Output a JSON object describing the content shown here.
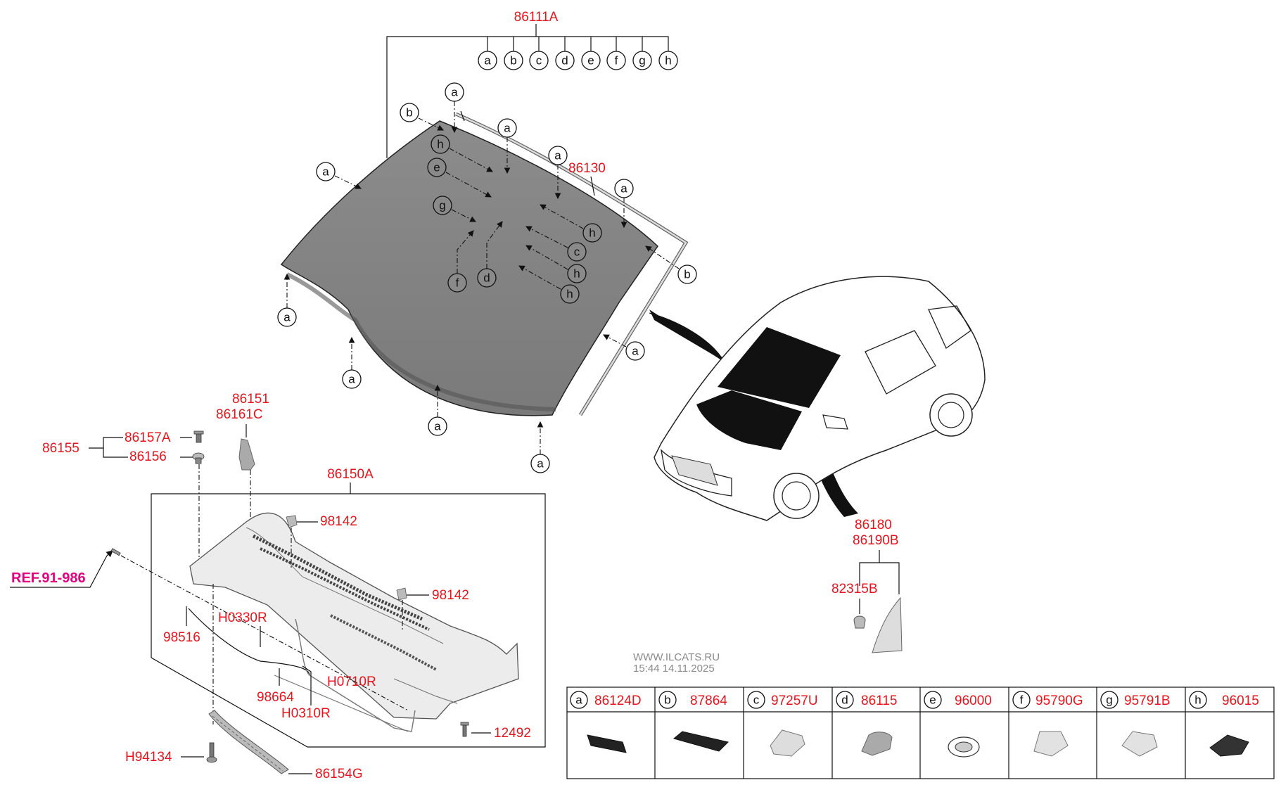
{
  "title_part": "86111A",
  "callout_letters": [
    "a",
    "b",
    "c",
    "d",
    "e",
    "f",
    "g",
    "h"
  ],
  "windshield_labels": {
    "moulding": "86130"
  },
  "cowl_labels": {
    "main": "86150A",
    "p86151": "86151",
    "p86161c": "86161C",
    "p86155": "86155",
    "p86157a": "86157A",
    "p86156": "86156",
    "p98142_top": "98142",
    "p98142_mid": "98142",
    "p98516": "98516",
    "ph0330r": "H0330R",
    "p98664": "98664",
    "ph0710r": "H0710R",
    "ph0310r": "H0310R",
    "p12492": "12492",
    "ph94134": "H94134",
    "p86154g": "86154G",
    "ref": "REF.91-986"
  },
  "mirror_labels": {
    "p86180": "86180",
    "p86190b": "86190B",
    "p82315b": "82315B"
  },
  "watermark": {
    "site": "WWW.ILCATS.RU",
    "stamp": "15:44 14.11.2025"
  },
  "legend": [
    {
      "letter": "a",
      "part": "86124D"
    },
    {
      "letter": "b",
      "part": "87864"
    },
    {
      "letter": "c",
      "part": "97257U"
    },
    {
      "letter": "d",
      "part": "86115"
    },
    {
      "letter": "e",
      "part": "96000"
    },
    {
      "letter": "f",
      "part": "95790G"
    },
    {
      "letter": "g",
      "part": "95791B"
    },
    {
      "letter": "h",
      "part": "96015"
    }
  ]
}
